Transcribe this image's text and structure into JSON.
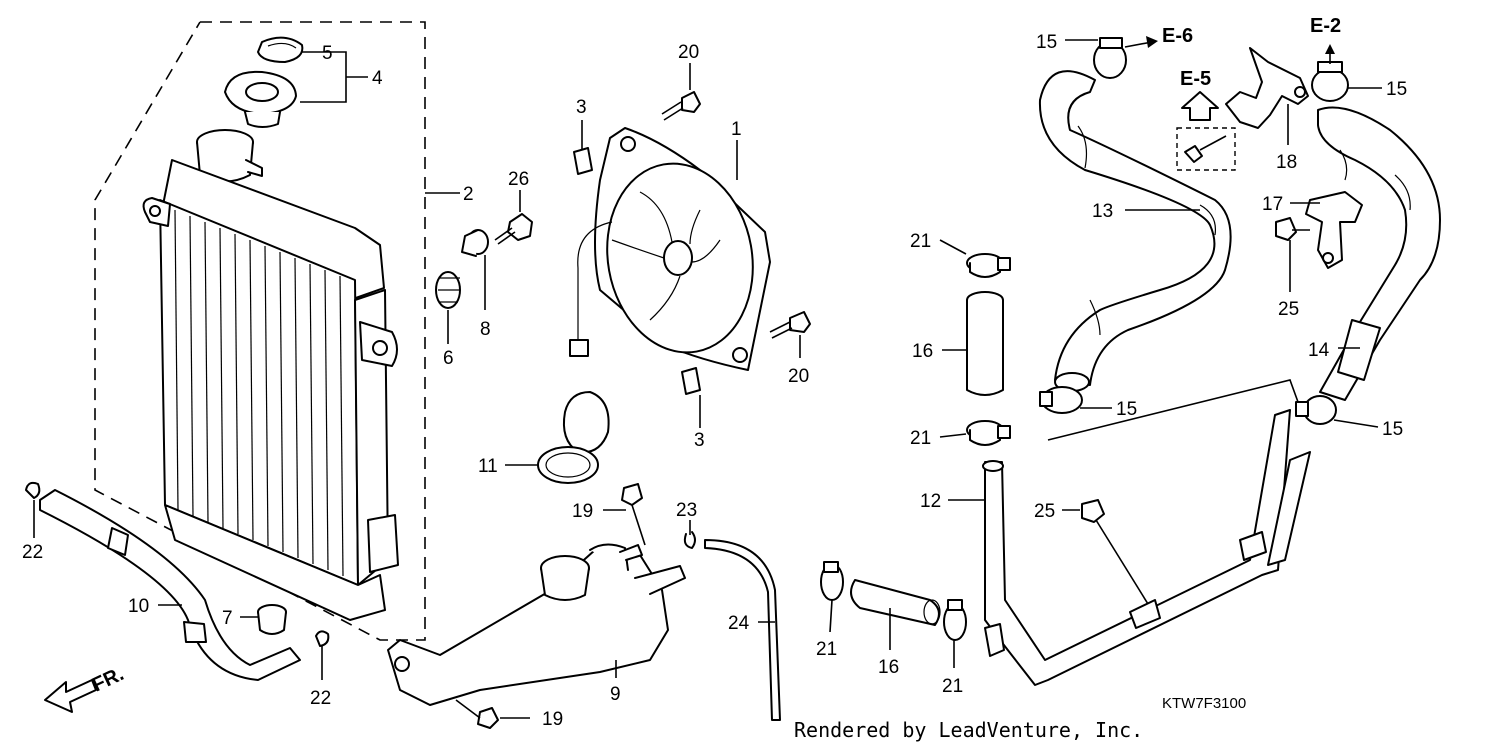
{
  "diagram": {
    "refs": {
      "e6": "E-6",
      "e2": "E-2",
      "e5": "E-5"
    },
    "direction": "FR.",
    "part_code": "KTW7F3100",
    "credit": "Rendered by LeadVenture, Inc.",
    "callouts": [
      {
        "id": "c5",
        "label": "5"
      },
      {
        "id": "c4",
        "label": "4"
      },
      {
        "id": "c2",
        "label": "2"
      },
      {
        "id": "c26",
        "label": "26"
      },
      {
        "id": "c8",
        "label": "8"
      },
      {
        "id": "c6",
        "label": "6"
      },
      {
        "id": "c20a",
        "label": "20"
      },
      {
        "id": "c3a",
        "label": "3"
      },
      {
        "id": "c1",
        "label": "1"
      },
      {
        "id": "c20b",
        "label": "20"
      },
      {
        "id": "c3b",
        "label": "3"
      },
      {
        "id": "c11",
        "label": "11"
      },
      {
        "id": "c19a",
        "label": "19"
      },
      {
        "id": "c23",
        "label": "23"
      },
      {
        "id": "c24",
        "label": "24"
      },
      {
        "id": "c9",
        "label": "9"
      },
      {
        "id": "c19b",
        "label": "19"
      },
      {
        "id": "c7",
        "label": "7"
      },
      {
        "id": "c22a",
        "label": "22"
      },
      {
        "id": "c22b",
        "label": "22"
      },
      {
        "id": "c10",
        "label": "10"
      },
      {
        "id": "c21a",
        "label": "21"
      },
      {
        "id": "c16a",
        "label": "16"
      },
      {
        "id": "c21b",
        "label": "21"
      },
      {
        "id": "c12",
        "label": "12"
      },
      {
        "id": "c21c",
        "label": "21"
      },
      {
        "id": "c16b",
        "label": "16"
      },
      {
        "id": "c21d",
        "label": "21"
      },
      {
        "id": "c25a",
        "label": "25"
      },
      {
        "id": "c15a",
        "label": "15"
      },
      {
        "id": "c13",
        "label": "13"
      },
      {
        "id": "c15b",
        "label": "15"
      },
      {
        "id": "c15c",
        "label": "15"
      },
      {
        "id": "c15d",
        "label": "15"
      },
      {
        "id": "c18",
        "label": "18"
      },
      {
        "id": "c17",
        "label": "17"
      },
      {
        "id": "c25b",
        "label": "25"
      },
      {
        "id": "c14",
        "label": "14"
      }
    ]
  }
}
